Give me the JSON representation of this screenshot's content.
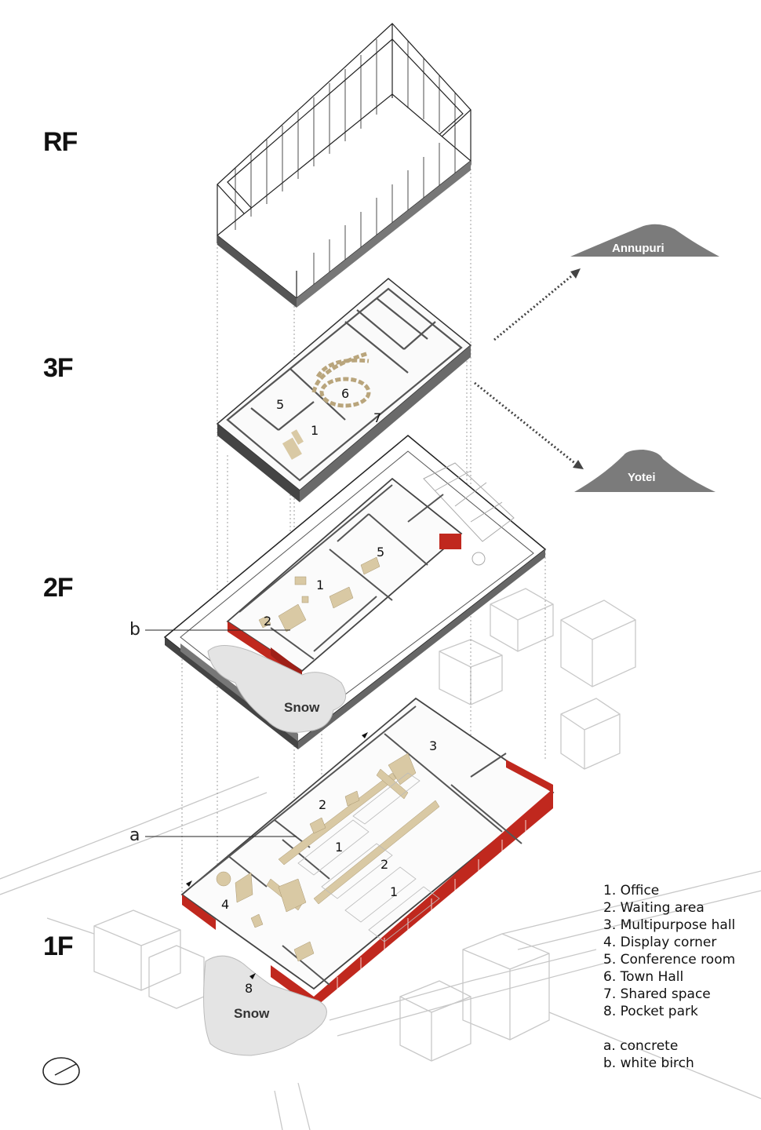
{
  "floors": {
    "rf": "RF",
    "f3": "3F",
    "f2": "2F",
    "f1": "1F"
  },
  "mountains": {
    "annupuri": "Annupuri",
    "yotei": "Yotei"
  },
  "snow": {
    "upper": "Snow",
    "lower": "Snow"
  },
  "callouts": {
    "a": "a",
    "b": "b"
  },
  "room_numbers": {
    "f3_6": "6",
    "f3_5": "5",
    "f3_1": "1",
    "f3_7": "7",
    "f2_1": "1",
    "f2_5": "5",
    "f2_2": "2",
    "f1_3": "3",
    "f1_2a": "2",
    "f1_1a": "1",
    "f1_2b": "2",
    "f1_1b": "1",
    "f1_4": "4",
    "f1_8": "8"
  },
  "legend": {
    "rooms": [
      "1. Office",
      "2. Waiting area",
      "3. Multipurpose hall",
      "4. Display corner",
      "5. Conference room",
      "6. Town Hall",
      "7. Shared space",
      "8. Pocket park"
    ],
    "materials": [
      "a. concrete",
      "b. white birch"
    ]
  },
  "colors": {
    "accent_red": "#c0281e",
    "wood": "#d9c9a4",
    "slab_grey": "#555555",
    "mountain_grey": "#7b7b7b"
  },
  "icons": {
    "north_arrow": "compass-icon"
  }
}
